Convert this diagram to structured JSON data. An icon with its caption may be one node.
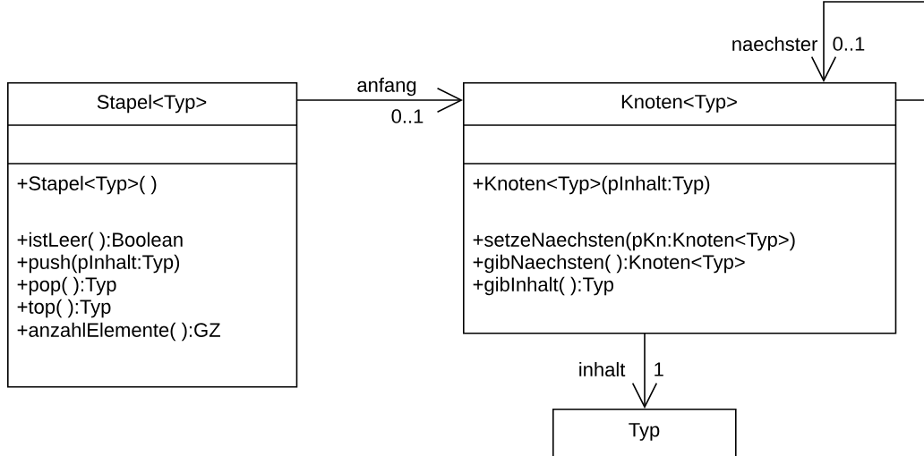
{
  "diagram": {
    "nodes": [
      {
        "text": [
          "Stapel<Typ>",
          "+Stapel<Typ>( )",
          "+istLeer( ):Boolean",
          "+push(pInhalt:Typ)",
          "+pop( ):Typ",
          "+top( ):Typ",
          "+anzahlElemente( ):GZ"
        ]
      },
      {
        "text": [
          "Knoten<Typ>",
          "+Knoten<Typ>(pInhalt:Typ)",
          "+setzeNaechsten(pKn:Knoten<Typ>)",
          "+gibNaechsten( ):Knoten<Typ>",
          "+gibInhalt( ):Typ"
        ]
      },
      {
        "text": [
          "Typ"
        ]
      }
    ],
    "edges": [
      {
        "from": 0,
        "to": 1,
        "arrow": "to",
        "label": "anfang"
      },
      {
        "from": 1,
        "to": 1,
        "arrow": "to",
        "label": "naechster"
      },
      {
        "from": 1,
        "to": 2,
        "arrow": "to",
        "label": "inhalt"
      }
    ],
    "labels": [
      "0..1",
      "0..1",
      "1"
    ]
  }
}
